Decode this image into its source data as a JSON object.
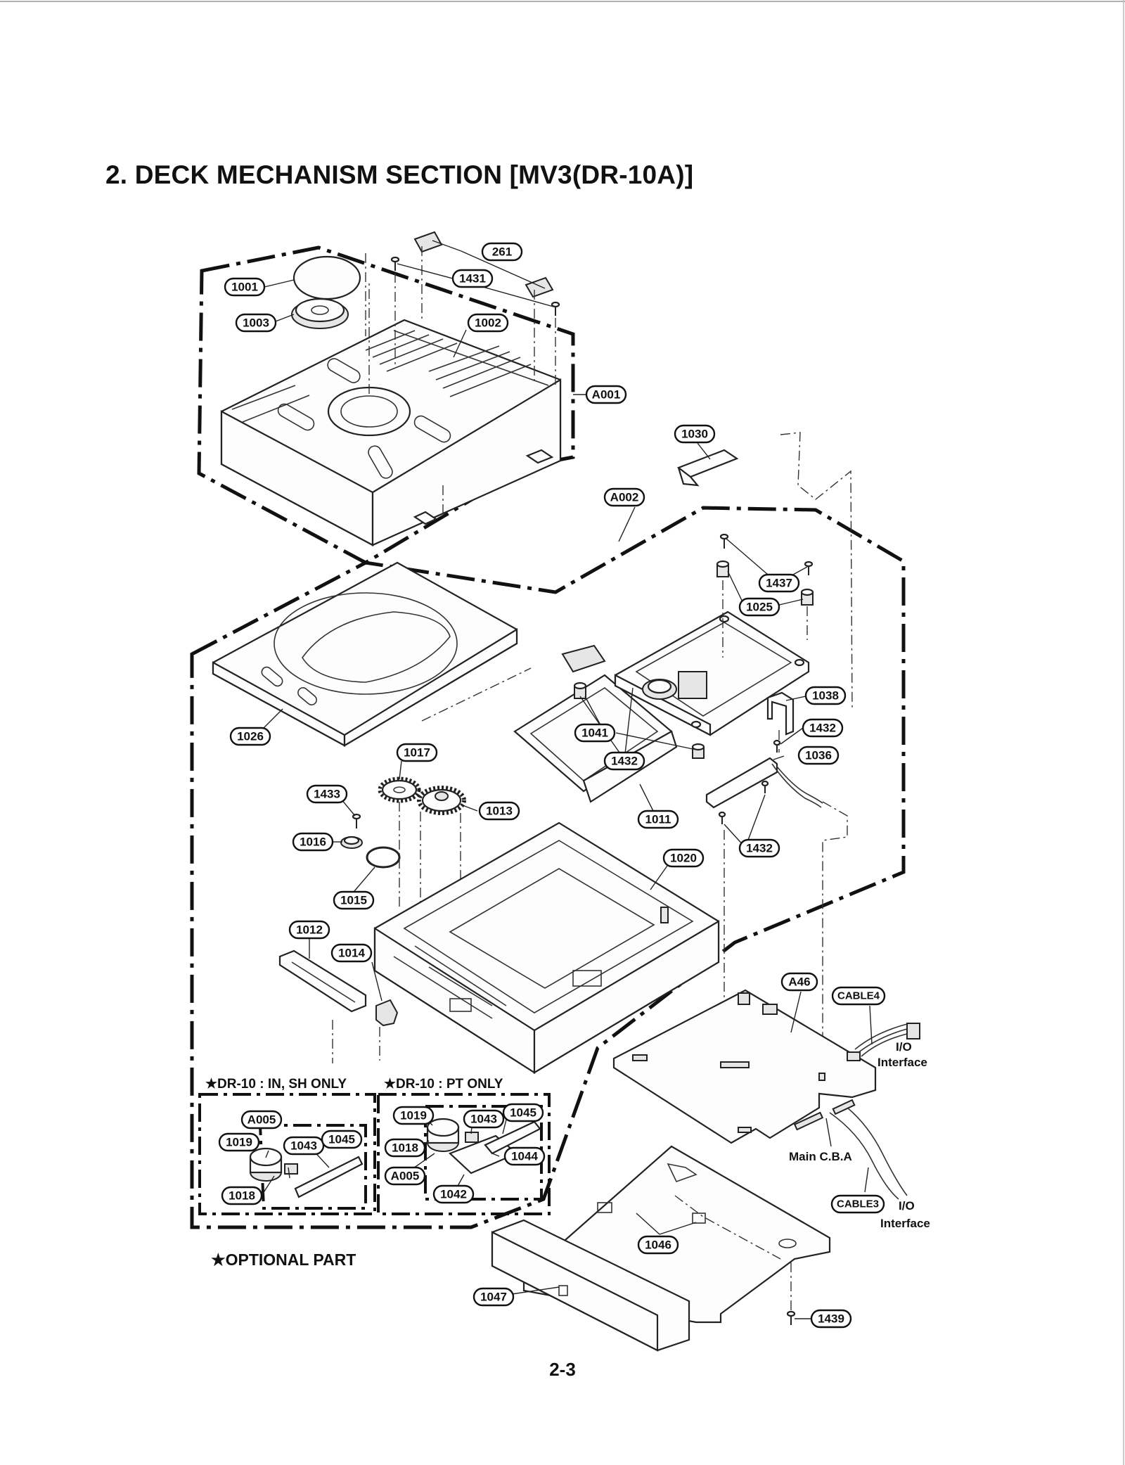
{
  "title": "2. DECK MECHANISM SECTION [MV3(DR-10A)]",
  "page_number": "2-3",
  "subassembly_headers": {
    "in_sh": "★DR-10 : IN, SH ONLY",
    "pt": "★DR-10 : PT ONLY"
  },
  "optional_note": "★OPTIONAL PART",
  "io_labels": {
    "io_1": "I/O",
    "interface_1": "Interface",
    "io_2": "I/O",
    "interface_2": "Interface",
    "main_cba": "Main C.B.A"
  },
  "part_labels": [
    "261",
    "1431",
    "1001",
    "1003",
    "1002",
    "A001",
    "1030",
    "A002",
    "1437",
    "1025",
    "1038",
    "1432",
    "1041",
    "1432",
    "1036",
    "1026",
    "1017",
    "1433",
    "1013",
    "1011",
    "1432",
    "1016",
    "1020",
    "1015",
    "1012",
    "1014",
    "A46",
    "CABLE4",
    "A005",
    "1019",
    "1043",
    "1045",
    "1018",
    "1019",
    "1043",
    "1045",
    "1018",
    "1044",
    "A005",
    "1042",
    "CABLE3",
    "1046",
    "1047",
    "1439"
  ]
}
